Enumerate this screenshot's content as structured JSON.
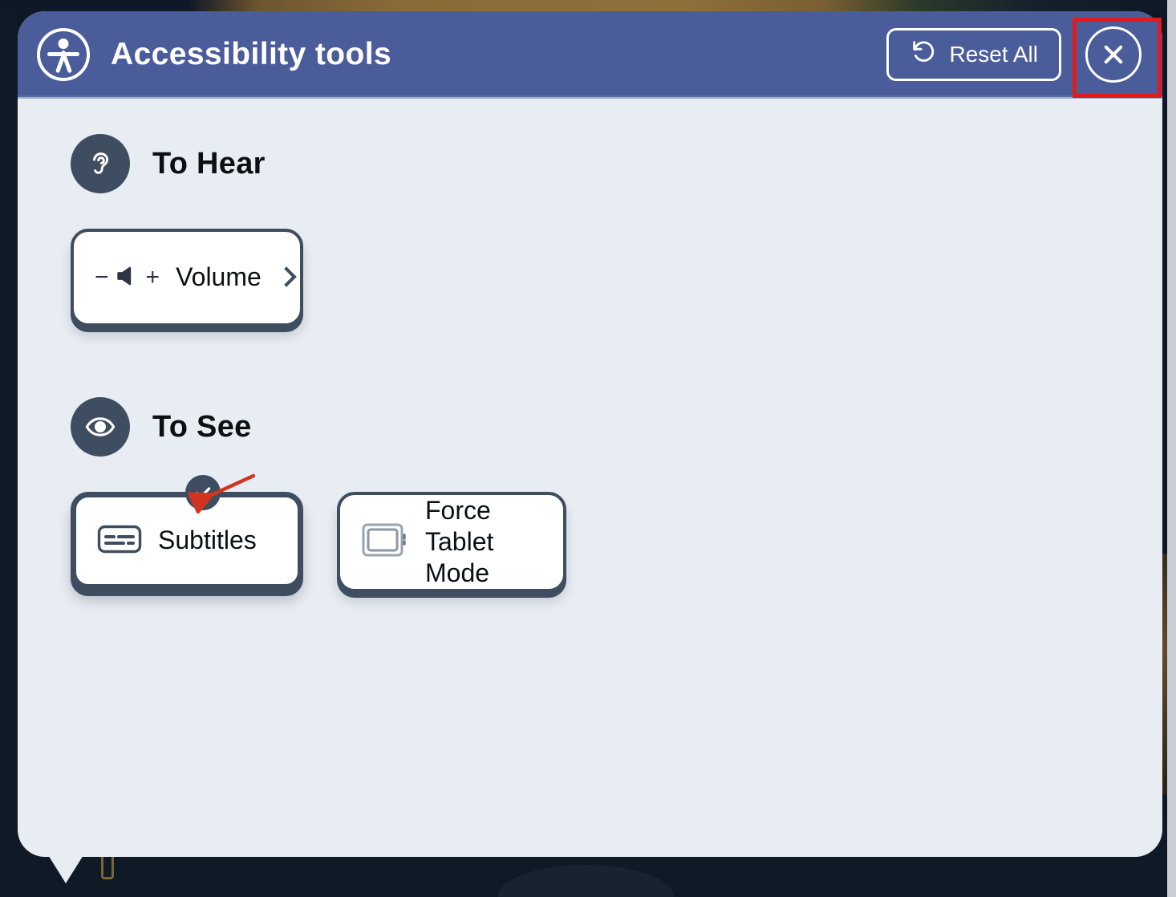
{
  "dialog": {
    "header": {
      "title": "Accessibility tools",
      "accessibility_icon": "accessibility-person-icon",
      "reset_label": "Reset All",
      "reset_icon": "undo-rotate-icon",
      "close_icon": "close-x-icon",
      "background_color": "#4b5c9b",
      "text_color": "#ffffff"
    },
    "body": {
      "background_color": "#e8edf4",
      "sections": [
        {
          "id": "to-hear",
          "title": "To Hear",
          "icon": "ear-icon",
          "icon_bg": "#3f4d60",
          "tiles": [
            {
              "id": "volume",
              "label": "Volume",
              "icon": "speaker-volume-icon",
              "minus_sign": "−",
              "plus_sign": "+",
              "chevron": "chevron-right-icon",
              "active": false,
              "has_submenu": true
            }
          ]
        },
        {
          "id": "to-see",
          "title": "To See",
          "icon": "eye-icon",
          "icon_bg": "#3f4d60",
          "tiles": [
            {
              "id": "subtitles",
              "label": "Subtitles",
              "icon": "subtitles-icon",
              "active": true,
              "badge_icon": "check-circle-icon",
              "has_submenu": false
            },
            {
              "id": "force-tablet-mode",
              "label": "Force Tablet\nMode",
              "icon": "tablet-device-icon",
              "active": false,
              "has_submenu": false
            }
          ]
        }
      ]
    }
  },
  "annotations": {
    "highlight_box": {
      "target": "close-button",
      "color": "#e01b1b"
    },
    "arrow": {
      "target": "subtitles-check-badge",
      "color": "#d3341f"
    }
  }
}
